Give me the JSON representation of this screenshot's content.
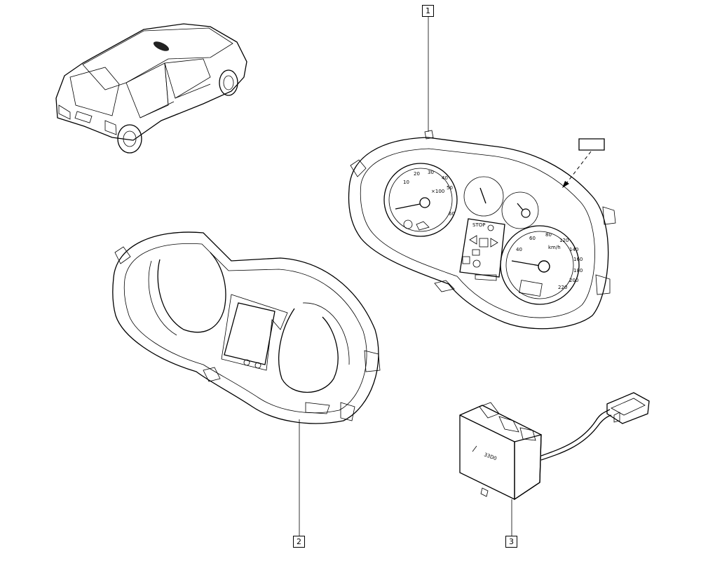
{
  "callouts": {
    "c1": "1",
    "c2": "2",
    "c3": "3"
  },
  "icons": [
    "car-icon",
    "instrument-cluster-front-icon",
    "instrument-cluster-back-icon",
    "control-module-icon",
    "label-tag-icon"
  ]
}
